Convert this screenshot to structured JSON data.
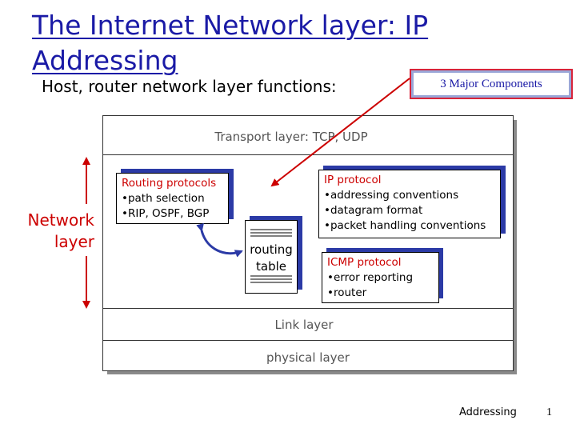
{
  "slide": {
    "title": "The Internet Network layer: IP Addressing",
    "subtitle": "Host, router network layer functions:",
    "callout": "3 Major Components",
    "footer": "Addressing",
    "page_number": "1"
  },
  "diagram": {
    "network_layer_label": "Network layer",
    "transport_layer": "Transport layer: TCP, UDP",
    "link_layer": "Link layer",
    "physical_layer": "physical layer",
    "routing_protocols": {
      "heading": "Routing protocols",
      "items": [
        "•path selection",
        "•RIP, OSPF, BGP"
      ]
    },
    "ip_protocol": {
      "heading": "IP protocol",
      "items": [
        "•addressing conventions",
        "•datagram format",
        "•packet handling conventions"
      ]
    },
    "icmp_protocol": {
      "heading": "ICMP protocol",
      "items": [
        "•error reporting",
        "•router"
      ]
    },
    "routing_table": "routing table"
  },
  "colors": {
    "title": "#1a1aa6",
    "accent_red": "#cc0000",
    "shadow_blue": "#2b3aa6"
  }
}
